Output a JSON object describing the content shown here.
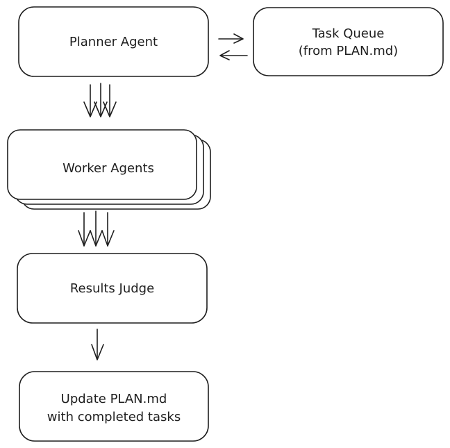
{
  "nodes": {
    "planner": {
      "label": "Planner Agent"
    },
    "task_queue": {
      "line1": "Task Queue",
      "line2": "(from PLAN.md)"
    },
    "workers": {
      "label": "Worker Agents"
    },
    "judge": {
      "label": "Results Judge"
    },
    "update": {
      "line1": "Update PLAN.md",
      "line2": "with completed tasks"
    }
  },
  "colors": {
    "stroke": "#1e1e1e",
    "background": "#ffffff"
  }
}
